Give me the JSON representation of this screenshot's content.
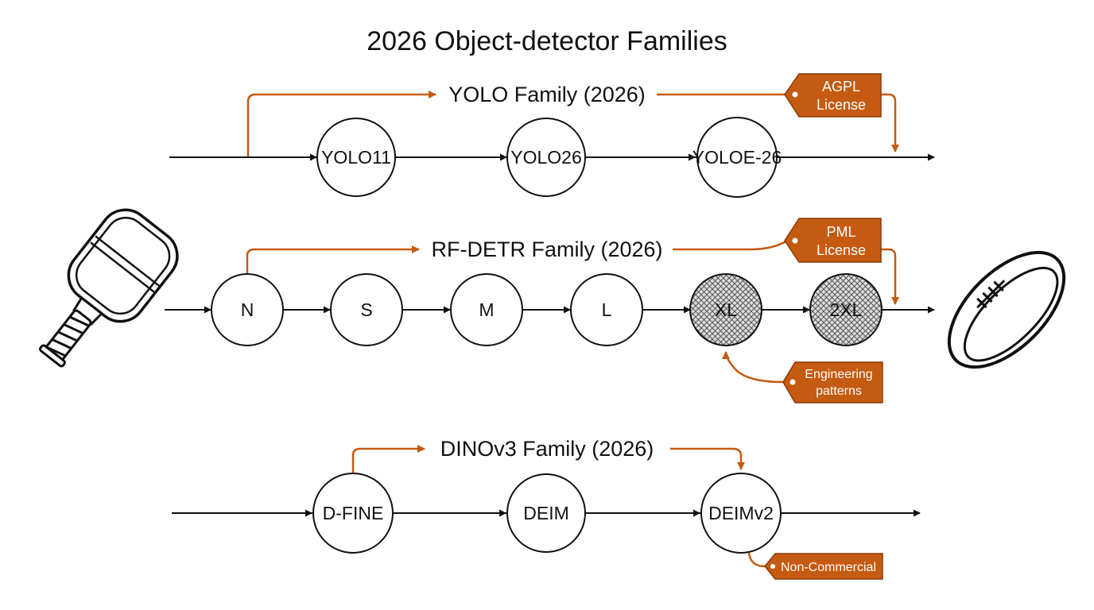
{
  "title": "2026 Object-detector Families",
  "colors": {
    "accent": "#c55a11",
    "tag_fill": "#c55a11",
    "tag_border": "#8a3a08",
    "line": "#111111",
    "node_fill": "#ffffff",
    "hatch_fill": "#dcdcdc"
  },
  "families": [
    {
      "label": "YOLO Family (2026)",
      "nodes": [
        "YOLO11",
        "YOLO26",
        "YOLOE-26"
      ],
      "tag": [
        "AGPL",
        "License"
      ]
    },
    {
      "label": "RF-DETR Family (2026)",
      "nodes": [
        "N",
        "S",
        "M",
        "L",
        "XL",
        "2XL"
      ],
      "hatched": [
        "XL",
        "2XL"
      ],
      "tag": [
        "PML",
        "License"
      ],
      "note_tag": [
        "Engineering",
        "patterns"
      ]
    },
    {
      "label": "DINOv3 Family (2026)",
      "nodes": [
        "D-FINE",
        "DEIM",
        "DEIMv2"
      ],
      "tag": [
        "Non-Commercial"
      ]
    }
  ],
  "icons": [
    "pickleball-paddle-icon",
    "football-icon"
  ]
}
